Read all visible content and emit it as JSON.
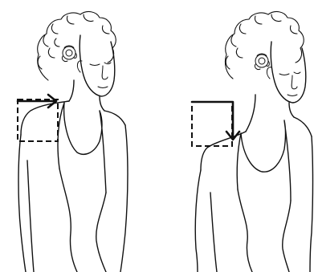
{
  "figures": [
    {
      "id": "left",
      "arrow_direction": "right"
    },
    {
      "id": "right",
      "arrow_direction": "down"
    }
  ]
}
